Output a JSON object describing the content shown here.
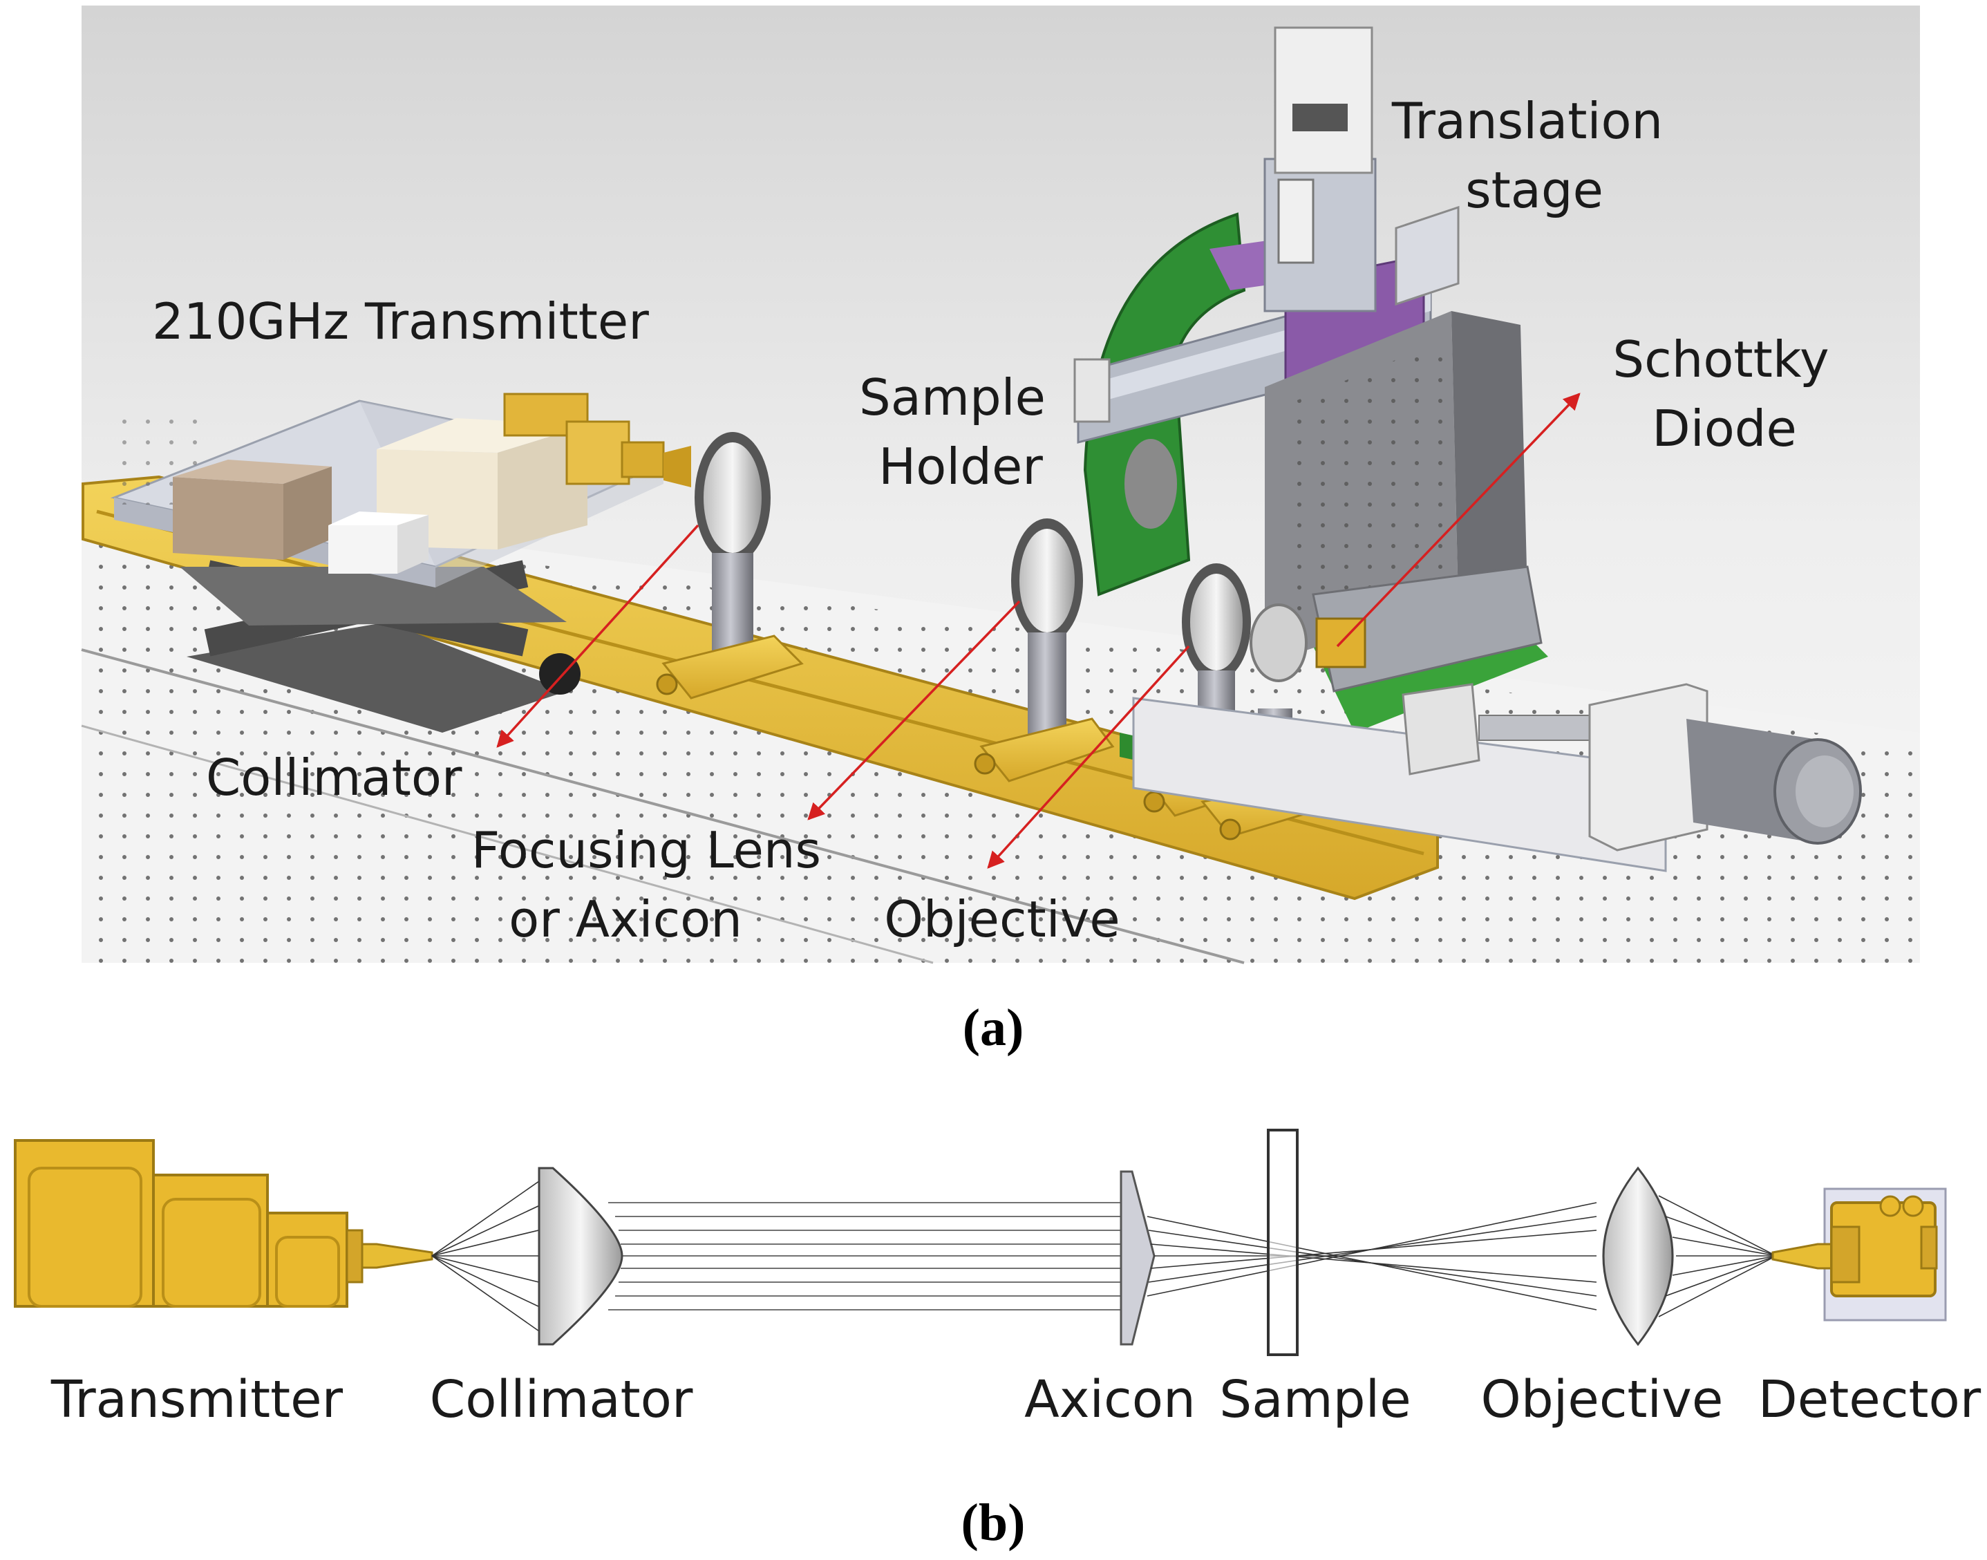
{
  "panel_a": {
    "caption": "(a)",
    "labels": {
      "transmitter": "210GHz Transmitter",
      "translation_1": "Translation",
      "translation_2": "stage",
      "schottky_1": "Schottky",
      "schottky_2": "Diode",
      "sample_1": "Sample",
      "sample_2": "Holder",
      "collimator": "Collimator",
      "focusing_1": "Focusing Lens",
      "focusing_2": "or Axicon",
      "objective": "Objective"
    }
  },
  "panel_b": {
    "caption": "(b)",
    "labels": {
      "transmitter": "Transmitter",
      "collimator": "Collimator",
      "axicon": "Axicon",
      "sample": "Sample",
      "objective": "Objective",
      "detector": "Detector"
    }
  },
  "colors": {
    "gold": "#e7bd34",
    "gold_dark": "#b8901a",
    "green": "#2e8b2e",
    "purple": "#8a5aa8",
    "arrow_red": "#d62020",
    "background_gray": "#e9e9e9"
  }
}
